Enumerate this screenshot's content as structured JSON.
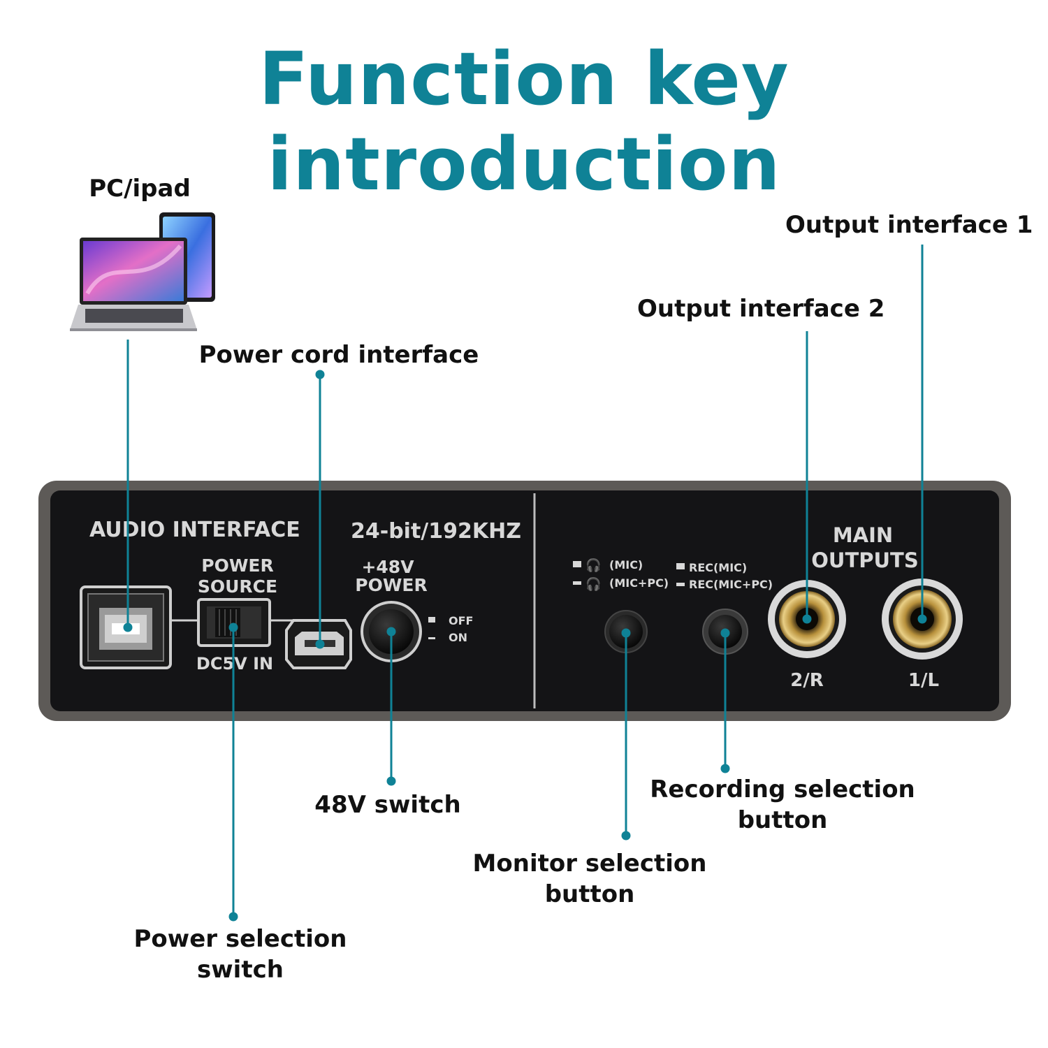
{
  "title": "Function key introduction",
  "colors": {
    "accent": "#0f8296",
    "panel": "#141416",
    "frame": "#5d5a57"
  },
  "callouts": {
    "pc_ipad": "PC/ipad",
    "power_cord_interface": "Power cord interface",
    "output_interface_1": "Output interface 1",
    "output_interface_2": "Output interface 2",
    "switch_48v": "48V switch",
    "recording_selection_line1": "Recording selection",
    "recording_selection_line2": "button",
    "monitor_selection_line1": "Monitor selection",
    "monitor_selection_line2": "button",
    "power_selection_line1": "Power selection",
    "power_selection_line2": "switch"
  },
  "panel": {
    "audio_interface": "AUDIO INTERFACE",
    "bit_rate": "24-bit/192KHZ",
    "power_source_1": "POWER",
    "power_source_2": "SOURCE",
    "dc_in": "DC5V IN",
    "p48_1": "+48V",
    "p48_2": "POWER",
    "off": "OFF",
    "on": "ON",
    "mon_mic": "(MIC)",
    "mon_micpc": "(MIC+PC)",
    "rec_mic": "REC(MIC)",
    "rec_micpc": "REC(MIC+PC)",
    "main_1": "MAIN",
    "main_2": "OUTPUTS",
    "out_2r": "2/R",
    "out_1l": "1/L"
  }
}
